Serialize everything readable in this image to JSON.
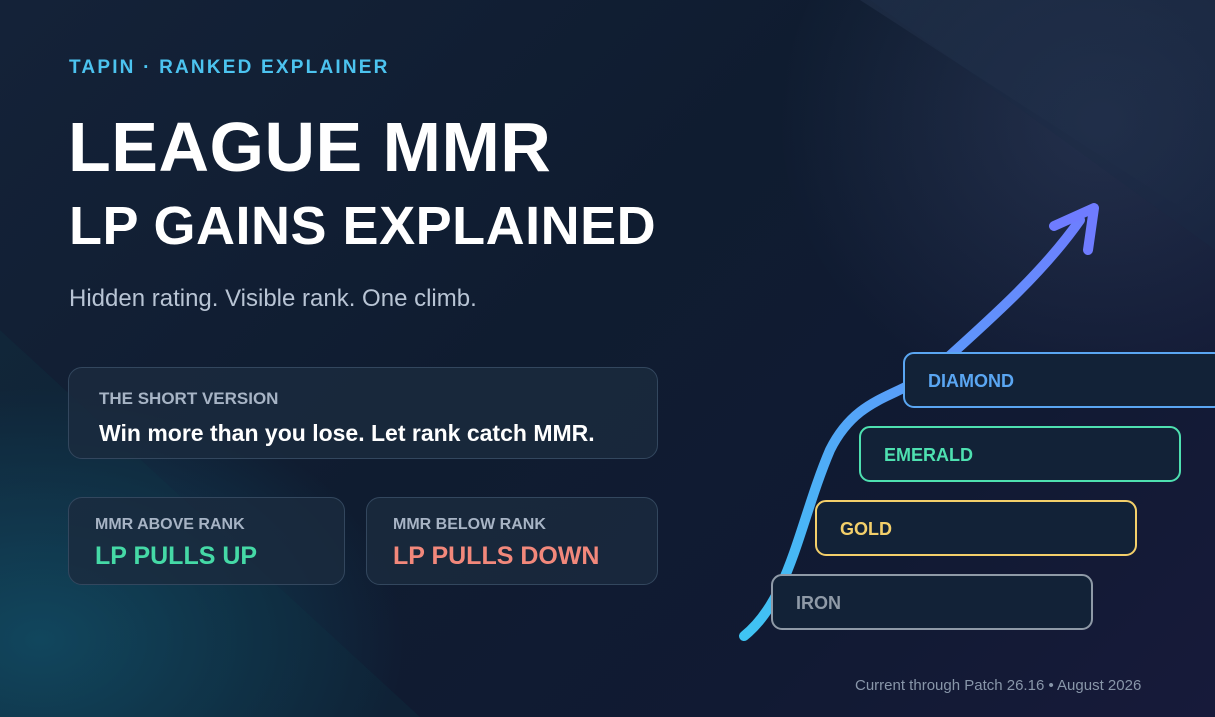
{
  "kicker": "TAPIN · RANKED EXPLAINER",
  "title": {
    "line1": "LEAGUE MMR",
    "line2": "LP GAINS EXPLAINED"
  },
  "subtitle": "Hidden rating. Visible rank. One climb.",
  "short_version": {
    "label": "THE SHORT VERSION",
    "text": "Win more than you lose. Let rank catch MMR."
  },
  "comparison": [
    {
      "label": "MMR ABOVE RANK",
      "value": "LP PULLS UP"
    },
    {
      "label": "MMR BELOW RANK",
      "value": "LP PULLS DOWN"
    }
  ],
  "tiers": [
    {
      "name": "IRON",
      "color": "#8f9aa7"
    },
    {
      "name": "GOLD",
      "color": "#f3cf6a"
    },
    {
      "name": "EMERALD",
      "color": "#4ee0b0"
    },
    {
      "name": "DIAMOND",
      "color": "#5aa6f2"
    }
  ],
  "colors": {
    "accent": "#4cc3ef",
    "positive": "#45d9a6",
    "negative": "#f2887b",
    "arrow_start": "#3fc4f3",
    "arrow_end": "#6f7cff"
  },
  "footer": "Current through Patch 26.16 • August 2026"
}
